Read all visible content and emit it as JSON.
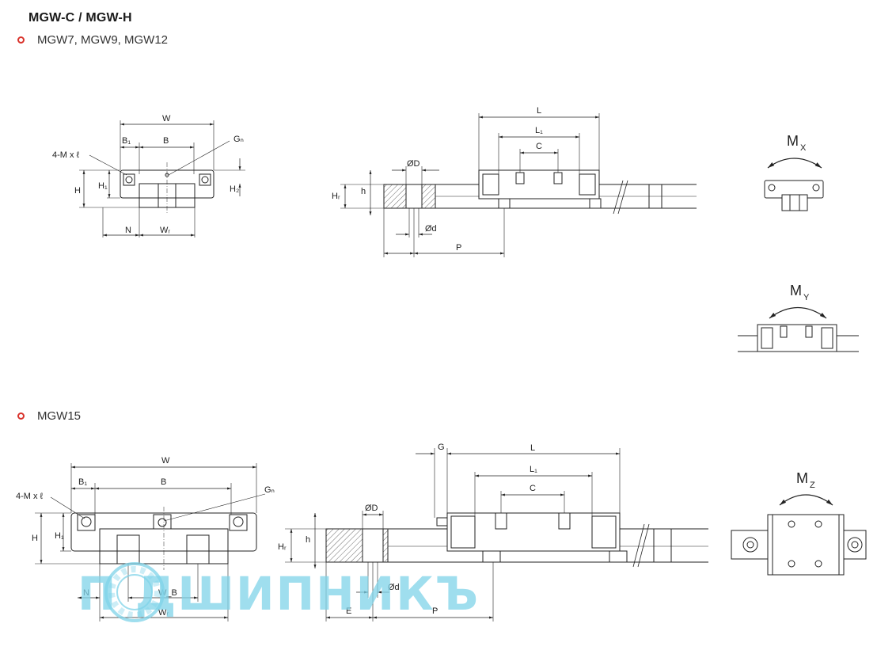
{
  "header": {
    "title": "MGW-C / MGW-H"
  },
  "sections": [
    {
      "label": "MGW7, MGW9, MGW12"
    },
    {
      "label": "MGW15"
    }
  ],
  "colors": {
    "bullet": "#d9322b",
    "line": "#222222",
    "watermark": "#7fd3e8"
  },
  "top_front": {
    "W": "W",
    "B": "B",
    "B1": "B₁",
    "Gn": "Gₙ",
    "M": "4-M x ℓ",
    "H": "H",
    "H1": "H₁",
    "H2": "H₂",
    "N": "N",
    "WR": "Wᵣ"
  },
  "top_side": {
    "L": "L",
    "L1": "L₁",
    "C": "C",
    "D": "ØD",
    "d": "Ød",
    "HR": "Hᵣ",
    "h": "h",
    "P": "P"
  },
  "bot_front": {
    "W": "W",
    "B": "B",
    "B1": "B₁",
    "Gn": "Gₙ",
    "M": "4-M x ℓ",
    "H": "H",
    "H1": "H₁",
    "N": "N",
    "WB": "W_B",
    "WR": "Wᵣ"
  },
  "bot_side": {
    "G": "G",
    "L": "L",
    "L1": "L₁",
    "C": "C",
    "D": "ØD",
    "d": "Ød",
    "HR": "Hᵣ",
    "h": "h",
    "E": "E",
    "P": "P"
  },
  "moments": {
    "MX": "M",
    "MX_sub": "X",
    "MY": "M",
    "MY_sub": "Y",
    "MZ": "M",
    "MZ_sub": "Z"
  },
  "watermark": {
    "text": "П ДШИПНИКЪ"
  }
}
